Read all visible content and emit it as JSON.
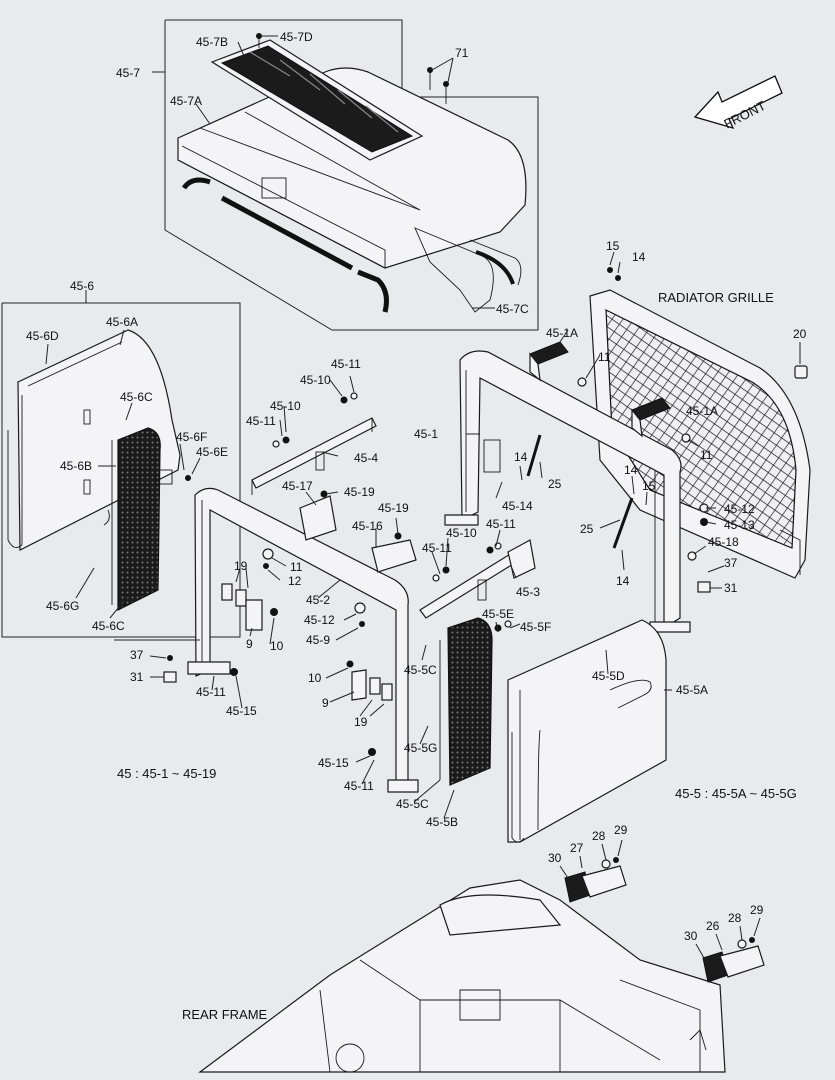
{
  "labels": {
    "c_45_7": "45-7",
    "c_45_7B": "45-7B",
    "c_45_7D": "45-7D",
    "c_71": "71",
    "c_45_7A": "45-7A",
    "c_45_7C": "45-7C",
    "front": "FRONT",
    "c_45_6": "45-6",
    "c_45_6A": "45-6A",
    "c_45_6D": "45-6D",
    "c_45_6C_top": "45-6C",
    "c_45_6F": "45-6F",
    "c_45_6E": "45-6E",
    "c_45_6B": "45-6B",
    "c_45_6G": "45-6G",
    "c_45_6C_bot": "45-6C",
    "c_15_top": "15",
    "c_14_top": "14",
    "radiator_grille": "RADIATOR GRILLE",
    "c_20": "20",
    "c_45_1A_a": "45-1A",
    "c_11_a": "11",
    "c_45_1A_b": "45-1A",
    "c_11_b": "11",
    "c_45_11_a": "45-11",
    "c_45_10_a": "45-10",
    "c_45_10_b": "45-10",
    "c_45_11_b": "45-11",
    "c_45_1": "45-1",
    "c_45_4": "45-4",
    "c_14_mid": "14",
    "c_25_a": "25",
    "c_45_14": "45-14",
    "c_45_17": "45-17",
    "c_45_19_a": "45-19",
    "c_45_19_b": "45-19",
    "c_45_16": "45-16",
    "c_14_r": "14",
    "c_15_r": "15",
    "c_45_12_r": "45-12",
    "c_45_13": "45-13",
    "c_25_b": "25",
    "c_45_18": "45-18",
    "c_37_r": "37",
    "c_31_r": "31",
    "c_14_low": "14",
    "c_45_10_c": "45-10",
    "c_45_11_c": "45-11",
    "c_45_11_d": "45-11",
    "c_45_3": "45-3",
    "c_19_a": "19",
    "c_11_c": "11",
    "c_12": "12",
    "c_45_2": "45-2",
    "c_45_12_l": "45-12",
    "c_45_9": "45-9",
    "c_9_a": "9",
    "c_10_a": "10",
    "c_37_l": "37",
    "c_31_l": "31",
    "c_45_11_e": "45-11",
    "c_45_15_a": "45-15",
    "c_45_5E": "45-5E",
    "c_45_5F": "45-5F",
    "c_45_5C_a": "45-5C",
    "c_45_5D": "45-5D",
    "c_45_5A": "45-5A",
    "c_10_b": "10",
    "c_9_b": "9",
    "c_19_b": "19",
    "c_45_5G": "45-5G",
    "c_45_15_b": "45-15",
    "c_45_11_f": "45-11",
    "c_45_5C_b": "45-5C",
    "c_45_5B": "45-5B",
    "range_45": "45 : 45-1 ~ 45-19",
    "range_45_5": "45-5 : 45-5A ~ 45-5G",
    "c_30_a": "30",
    "c_27": "27",
    "c_28_a": "28",
    "c_29_a": "29",
    "c_30_b": "30",
    "c_26": "26",
    "c_28_b": "28",
    "c_29_b": "29",
    "rear_frame": "REAR FRAME"
  }
}
